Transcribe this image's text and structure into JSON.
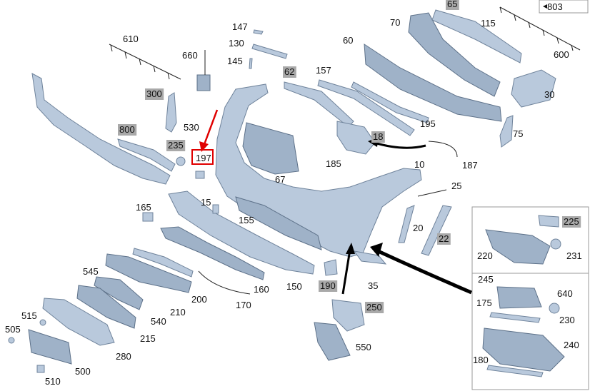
{
  "accent_colors": {
    "highlight_box": "#e00000",
    "arrow_red": "#e00000",
    "label_bg": "#a9a9a9"
  },
  "labels": [
    {
      "id": "65",
      "text": "65",
      "shaded": true
    },
    {
      "id": "803",
      "text": "803",
      "shaded": false
    },
    {
      "id": "70",
      "text": "70",
      "shaded": false
    },
    {
      "id": "115",
      "text": "115",
      "shaded": false
    },
    {
      "id": "600",
      "text": "600",
      "shaded": false
    },
    {
      "id": "147",
      "text": "147",
      "shaded": false
    },
    {
      "id": "130",
      "text": "130",
      "shaded": false
    },
    {
      "id": "145",
      "text": "145",
      "shaded": false
    },
    {
      "id": "610",
      "text": "610",
      "shaded": false
    },
    {
      "id": "660",
      "text": "660",
      "shaded": false
    },
    {
      "id": "60",
      "text": "60",
      "shaded": false
    },
    {
      "id": "62",
      "text": "62",
      "shaded": true
    },
    {
      "id": "157",
      "text": "157",
      "shaded": false
    },
    {
      "id": "30",
      "text": "30",
      "shaded": false
    },
    {
      "id": "300",
      "text": "300",
      "shaded": true
    },
    {
      "id": "530",
      "text": "530",
      "shaded": false
    },
    {
      "id": "800",
      "text": "800",
      "shaded": true
    },
    {
      "id": "235",
      "text": "235",
      "shaded": true
    },
    {
      "id": "197",
      "text": "197",
      "shaded": false,
      "boxed": true
    },
    {
      "id": "18",
      "text": "18",
      "shaded": true
    },
    {
      "id": "195",
      "text": "195",
      "shaded": false
    },
    {
      "id": "75",
      "text": "75",
      "shaded": false
    },
    {
      "id": "185",
      "text": "185",
      "shaded": false
    },
    {
      "id": "67",
      "text": "67",
      "shaded": false
    },
    {
      "id": "10",
      "text": "10",
      "shaded": false
    },
    {
      "id": "187",
      "text": "187",
      "shaded": false
    },
    {
      "id": "25",
      "text": "25",
      "shaded": false
    },
    {
      "id": "165",
      "text": "165",
      "shaded": false
    },
    {
      "id": "15",
      "text": "15",
      "shaded": false
    },
    {
      "id": "155",
      "text": "155",
      "shaded": false
    },
    {
      "id": "20",
      "text": "20",
      "shaded": false
    },
    {
      "id": "22",
      "text": "22",
      "shaded": true
    },
    {
      "id": "225",
      "text": "225",
      "shaded": true
    },
    {
      "id": "220",
      "text": "220",
      "shaded": false
    },
    {
      "id": "231",
      "text": "231",
      "shaded": false
    },
    {
      "id": "545",
      "text": "545",
      "shaded": false
    },
    {
      "id": "160",
      "text": "160",
      "shaded": false
    },
    {
      "id": "150",
      "text": "150",
      "shaded": false
    },
    {
      "id": "190",
      "text": "190",
      "shaded": true
    },
    {
      "id": "35",
      "text": "35",
      "shaded": false
    },
    {
      "id": "200",
      "text": "200",
      "shaded": false
    },
    {
      "id": "170",
      "text": "170",
      "shaded": false
    },
    {
      "id": "210",
      "text": "210",
      "shaded": false
    },
    {
      "id": "250",
      "text": "250",
      "shaded": true
    },
    {
      "id": "245",
      "text": "245",
      "shaded": false
    },
    {
      "id": "175",
      "text": "175",
      "shaded": false
    },
    {
      "id": "640",
      "text": "640",
      "shaded": false
    },
    {
      "id": "230",
      "text": "230",
      "shaded": false
    },
    {
      "id": "515",
      "text": "515",
      "shaded": false
    },
    {
      "id": "540",
      "text": "540",
      "shaded": false
    },
    {
      "id": "505",
      "text": "505",
      "shaded": false
    },
    {
      "id": "215",
      "text": "215",
      "shaded": false
    },
    {
      "id": "550",
      "text": "550",
      "shaded": false
    },
    {
      "id": "240",
      "text": "240",
      "shaded": false
    },
    {
      "id": "280",
      "text": "280",
      "shaded": false
    },
    {
      "id": "180",
      "text": "180",
      "shaded": false
    },
    {
      "id": "500",
      "text": "500",
      "shaded": false
    },
    {
      "id": "510",
      "text": "510",
      "shaded": false
    }
  ]
}
